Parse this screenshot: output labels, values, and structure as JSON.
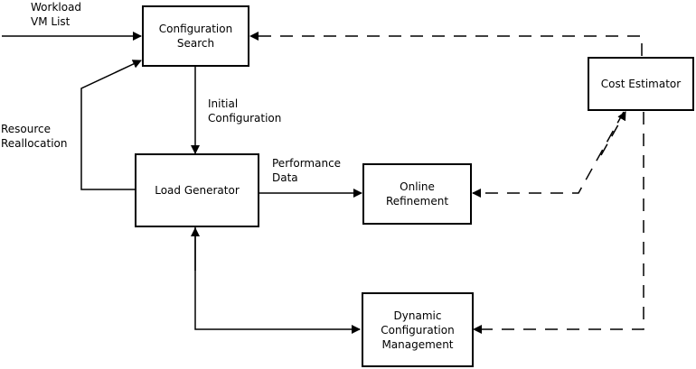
{
  "boxes": {
    "config_search": "Configuration\nSearch",
    "cost_estimator": "Cost Estimator",
    "load_generator": "Load Generator",
    "online_refinement": "Online\nRefinement",
    "dynamic_config": "Dynamic\nConfiguration\nManagement"
  },
  "labels": {
    "workload": "Workload\nVM List",
    "initial_config": "Initial\nConfiguration",
    "resource_realloc": "Resource\nReallocation",
    "performance_data": "Performance\nData"
  }
}
